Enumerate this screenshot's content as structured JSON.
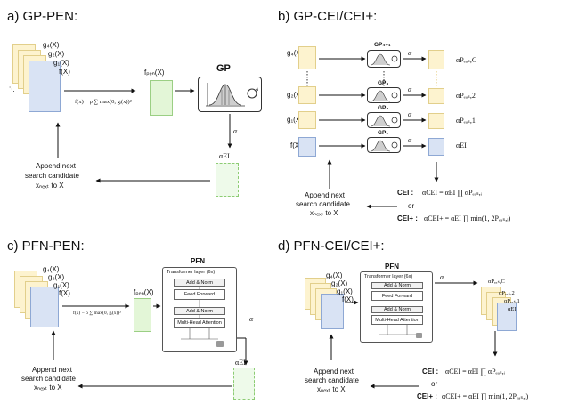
{
  "panels": {
    "a": {
      "title": "a) GP-PEN:",
      "inputs": [
        "g₄(X)",
        "g₂(X)",
        "g₁(X)",
        "f(X)"
      ],
      "formula": "f(x) − ρ ∑ max(0, gᵢ(x))²",
      "formula_sub": "i=1",
      "formula_sup": "C",
      "output": "fₚₑₙ(X)",
      "model": "GP",
      "alpha": "α",
      "acq": "αEI",
      "append": [
        "Append next",
        "search candidate",
        "xₙₑₓₜ to X"
      ]
    },
    "b": {
      "title": "b) GP-CEI/CEI+:",
      "rows": [
        {
          "input": "g₄(X)",
          "gp": "GP₄₊₁",
          "out": "αPₑₐₛ,C"
        },
        {
          "input": "g₂(X)",
          "gp": "GP₃",
          "out": "αPₑₐₛ,2"
        },
        {
          "input": "g₁(X)",
          "gp": "GP₂",
          "out": "αPₑₐₛ,1"
        },
        {
          "input": "f(X)",
          "gp": "GP₁",
          "out": "αEI"
        }
      ],
      "alpha": "α",
      "append": [
        "Append next",
        "search candidate",
        "xₙₑₓₜ to X"
      ],
      "cei_label": "CEI :",
      "cei_formula": "αCEI = αEI ∏ αPₑₐₛ,ᵢ",
      "or": "or",
      "ceiplus_label": "CEI+ :",
      "ceiplus_formula": "αCEI+ = αEI ∏ min(1, 2Pₑₐₛ,ᵢ)"
    },
    "c": {
      "title": "c) PFN-PEN:",
      "inputs": [
        "g₄(X)",
        "g₂(X)",
        "g₁(X)",
        "f(X)"
      ],
      "formula": "f(x) − ρ ∑ max(0, gᵢ(x))²",
      "formula_sub": "i=1",
      "formula_sup": "C",
      "output": "fₚₑₙ(X)",
      "model": "PFN",
      "transformer": "Transformer layer (6x)",
      "layers": [
        "Add & Norm",
        "Feed Forward",
        "Add & Norm",
        "Multi-Head Attention"
      ],
      "alpha": "α",
      "acq": "αEI",
      "append": [
        "Append next",
        "search candidate",
        "xₙₑₓₜ to X"
      ]
    },
    "d": {
      "title": "d) PFN-CEI/CEI+:",
      "inputs": [
        "g₄(X)",
        "g₂(X)",
        "g₁(X)",
        "f(X)"
      ],
      "model": "PFN",
      "transformer": "Transformer layer (6x)",
      "layers": [
        "Add & Norm",
        "Feed Forward",
        "Add & Norm",
        "Multi-Head Attention"
      ],
      "alpha": "α",
      "outputs": [
        "αPₑₐₛ,C",
        "αPₑₐₛ,2",
        "αPₑₐₛ,1",
        "αEI"
      ],
      "append": [
        "Append next",
        "search candidate",
        "xₙₑₓₜ to X"
      ],
      "cei_label": "CEI :",
      "cei_formula": "αCEI = αEI ∏ αPₑₐₛ,ᵢ",
      "or": "or",
      "ceiplus_label": "CEI+ :",
      "ceiplus_formula": "αCEI+ = αEI ∏ min(1, 2Pₑₐₛ,ᵢ)"
    }
  },
  "colors": {
    "yellow": "#fdf3cf",
    "blue": "#d9e3f4",
    "green": "#e3f6d7",
    "arrow": "#111111"
  }
}
